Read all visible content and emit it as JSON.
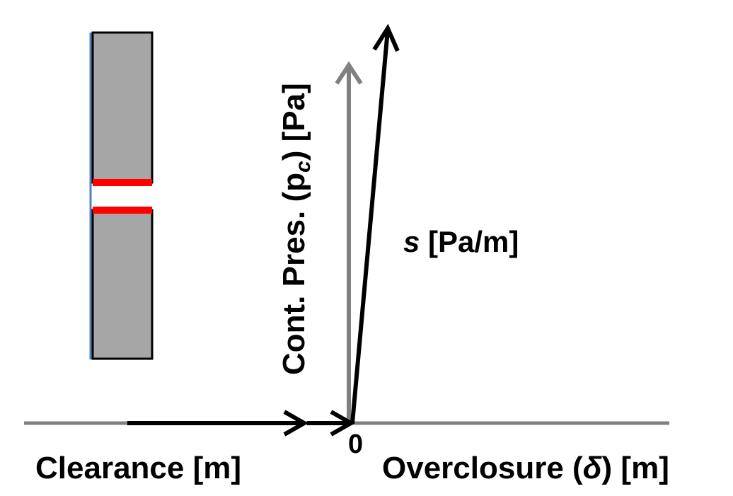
{
  "labels": {
    "y_axis_prefix": "Cont. Pres. (p",
    "y_axis_sub": "c",
    "y_axis_suffix": ")  [Pa]",
    "slope_var": "s",
    "slope_unit": " [Pa/m]",
    "origin": "0",
    "clearance": "Clearance [m]",
    "overclosure_prefix": "Overclosure (",
    "overclosure_var": "δ",
    "overclosure_suffix": ") [m]"
  },
  "colors": {
    "axis_gray": "#808080",
    "arrow_black": "#000000",
    "block_fill": "#a6a6a6",
    "block_stroke": "#000000",
    "contact_red": "#ff0000",
    "edge_blue": "#4f81bd"
  }
}
